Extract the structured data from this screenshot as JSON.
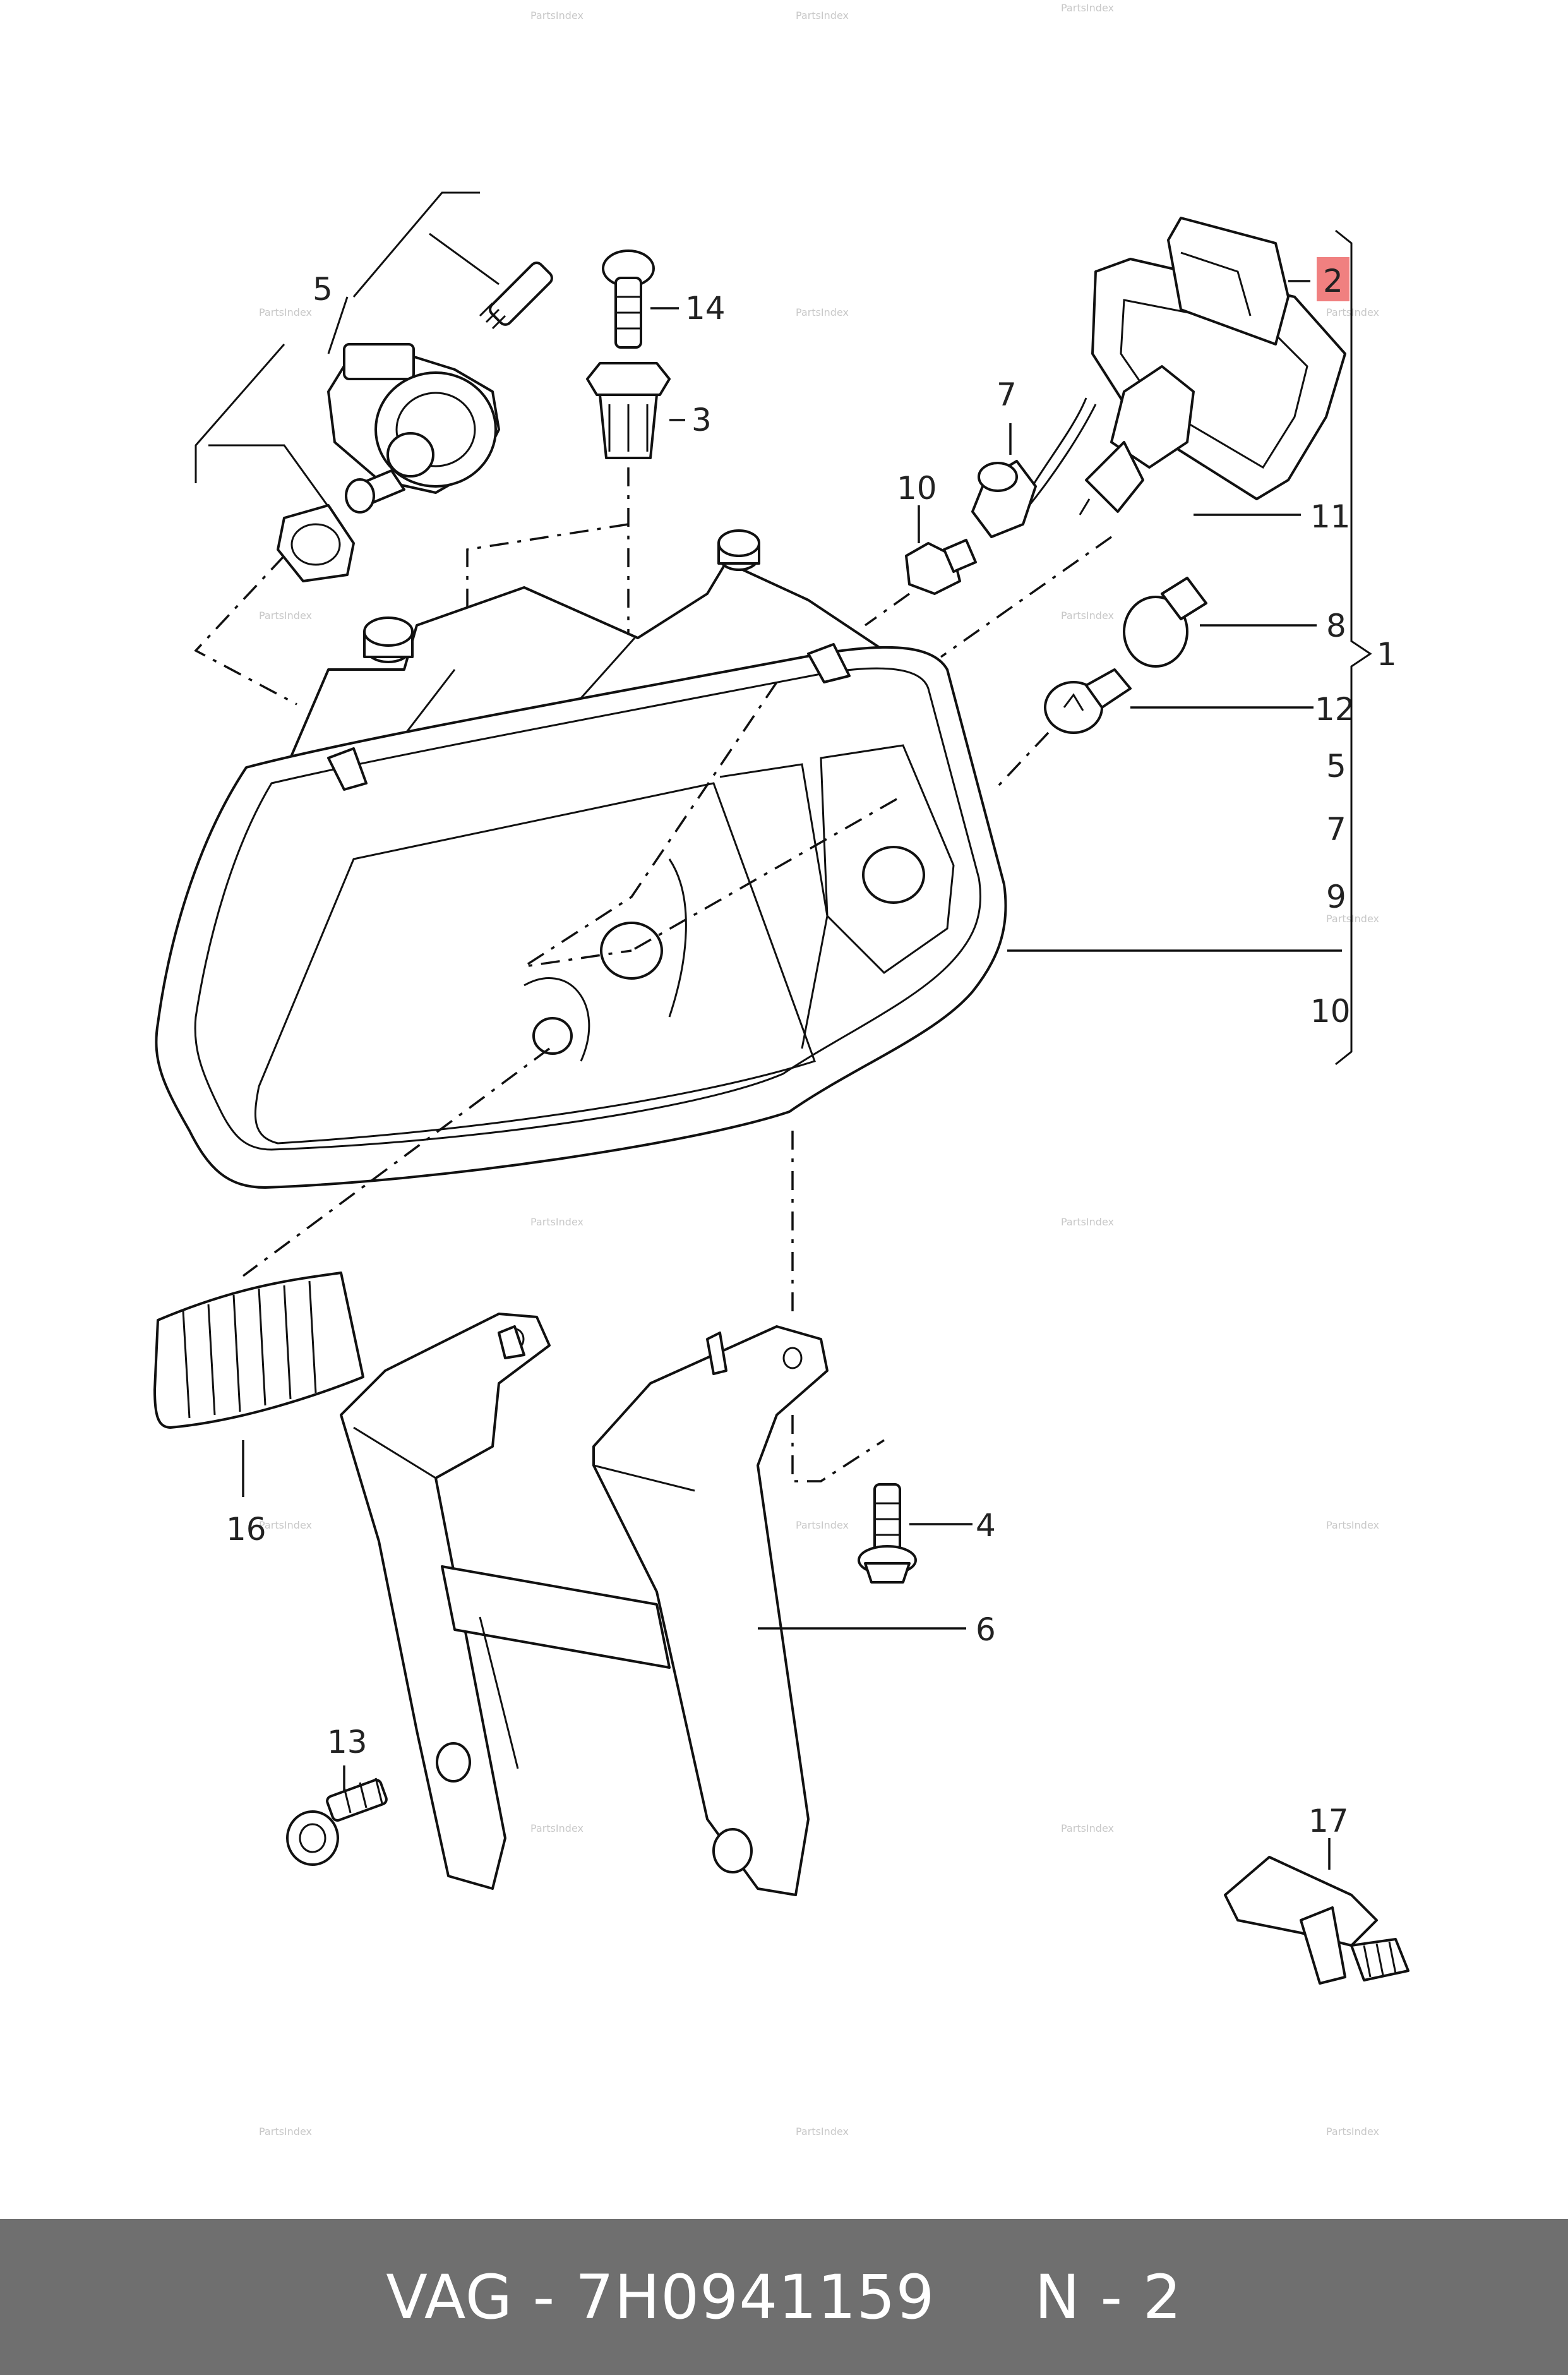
{
  "footer": {
    "part_number_text": "VAG - 7H0941159",
    "page_text": "N - 2"
  },
  "highlight_color": "#f08080",
  "watermark": "PartsIndex",
  "callouts": {
    "c1": "1",
    "c2": "2",
    "c3": "3",
    "c4": "4",
    "c5_top": "5",
    "c5_bracket": "5",
    "c6": "6",
    "c7_top": "7",
    "c7_bracket": "7",
    "c8": "8",
    "c9": "9",
    "c10_top": "10",
    "c10_bracket": "10",
    "c11": "11",
    "c12": "12",
    "c13": "13",
    "c14": "14",
    "c16": "16",
    "c17": "17"
  }
}
